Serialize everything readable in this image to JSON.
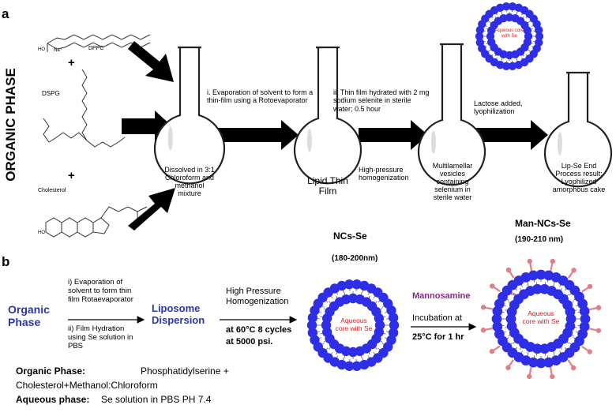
{
  "panel_a": {
    "label": "a",
    "side_title": "ORGANIC PHASE",
    "molecules": {
      "dppc": "DPPC",
      "dspg": "DSPG",
      "cholesterol": "Cholesterol",
      "plus": "+",
      "dppc_na": "Na⁺",
      "dppc_ho": "HO",
      "chol_ho": "HO"
    },
    "step1": "i.  Evaporation of solvent to form a thin-film using a Rotoevaporator",
    "step2": "ii.  Thin film hydrated with 2 mg sodium selenite in sterile water; 0.5 hour",
    "step2b": "High-pressure homogenization",
    "step3": "Lactose added, lyophilization",
    "flask1": "Dissolved in 3:1 Chloroform and methanol mixture",
    "flask2": "Lipid Thin Film",
    "flask3": "Multilamellar vesicles containing selenium in sterile water",
    "flask4": "Lip-Se End Process result: Lyophilized amorphous cake",
    "liposome_core": "Aqueous core with Se"
  },
  "panel_b": {
    "label": "b",
    "organic_phase": "Organic Phase",
    "step1": "i) Evaporation of solvent to form thin film Rotaevaporator",
    "step2": "ii) Film Hydration using Se solution in PBS",
    "liposome_dispersion": "Liposome Dispersion",
    "hph_title": "High  Pressure Homogenization",
    "hph_cond1": "at 60°C 8 cycles",
    "hph_cond2": "at 5000 psi.",
    "ncs_title": "NCs-Se",
    "ncs_size": "(180-200nm)",
    "ncs_core": "Aqueous core with Se",
    "mannosamine": "Mannosamine",
    "incubation1": "Incubation at",
    "incubation2": "25°C for  1 hr",
    "man_title": "Man-NCs-Se",
    "man_size": "(190-210 nm)",
    "man_core": "Aqueous core with Se",
    "organic_label": "Organic    Phase:",
    "organic_value": "Phosphatidylserine    +",
    "organic_value2": "Cholesterol+Methanol:Chloroform",
    "aqueous_label": "Aqueous phase:",
    "aqueous_value": "Se solution in PBS PH 7.4"
  },
  "colors": {
    "bilayer": "#2e2ee6",
    "core_text": "#d81e1e",
    "phase_blue": "#2a37a6",
    "mannosamine": "#8a2a8a",
    "sugar": "#e07f86"
  }
}
